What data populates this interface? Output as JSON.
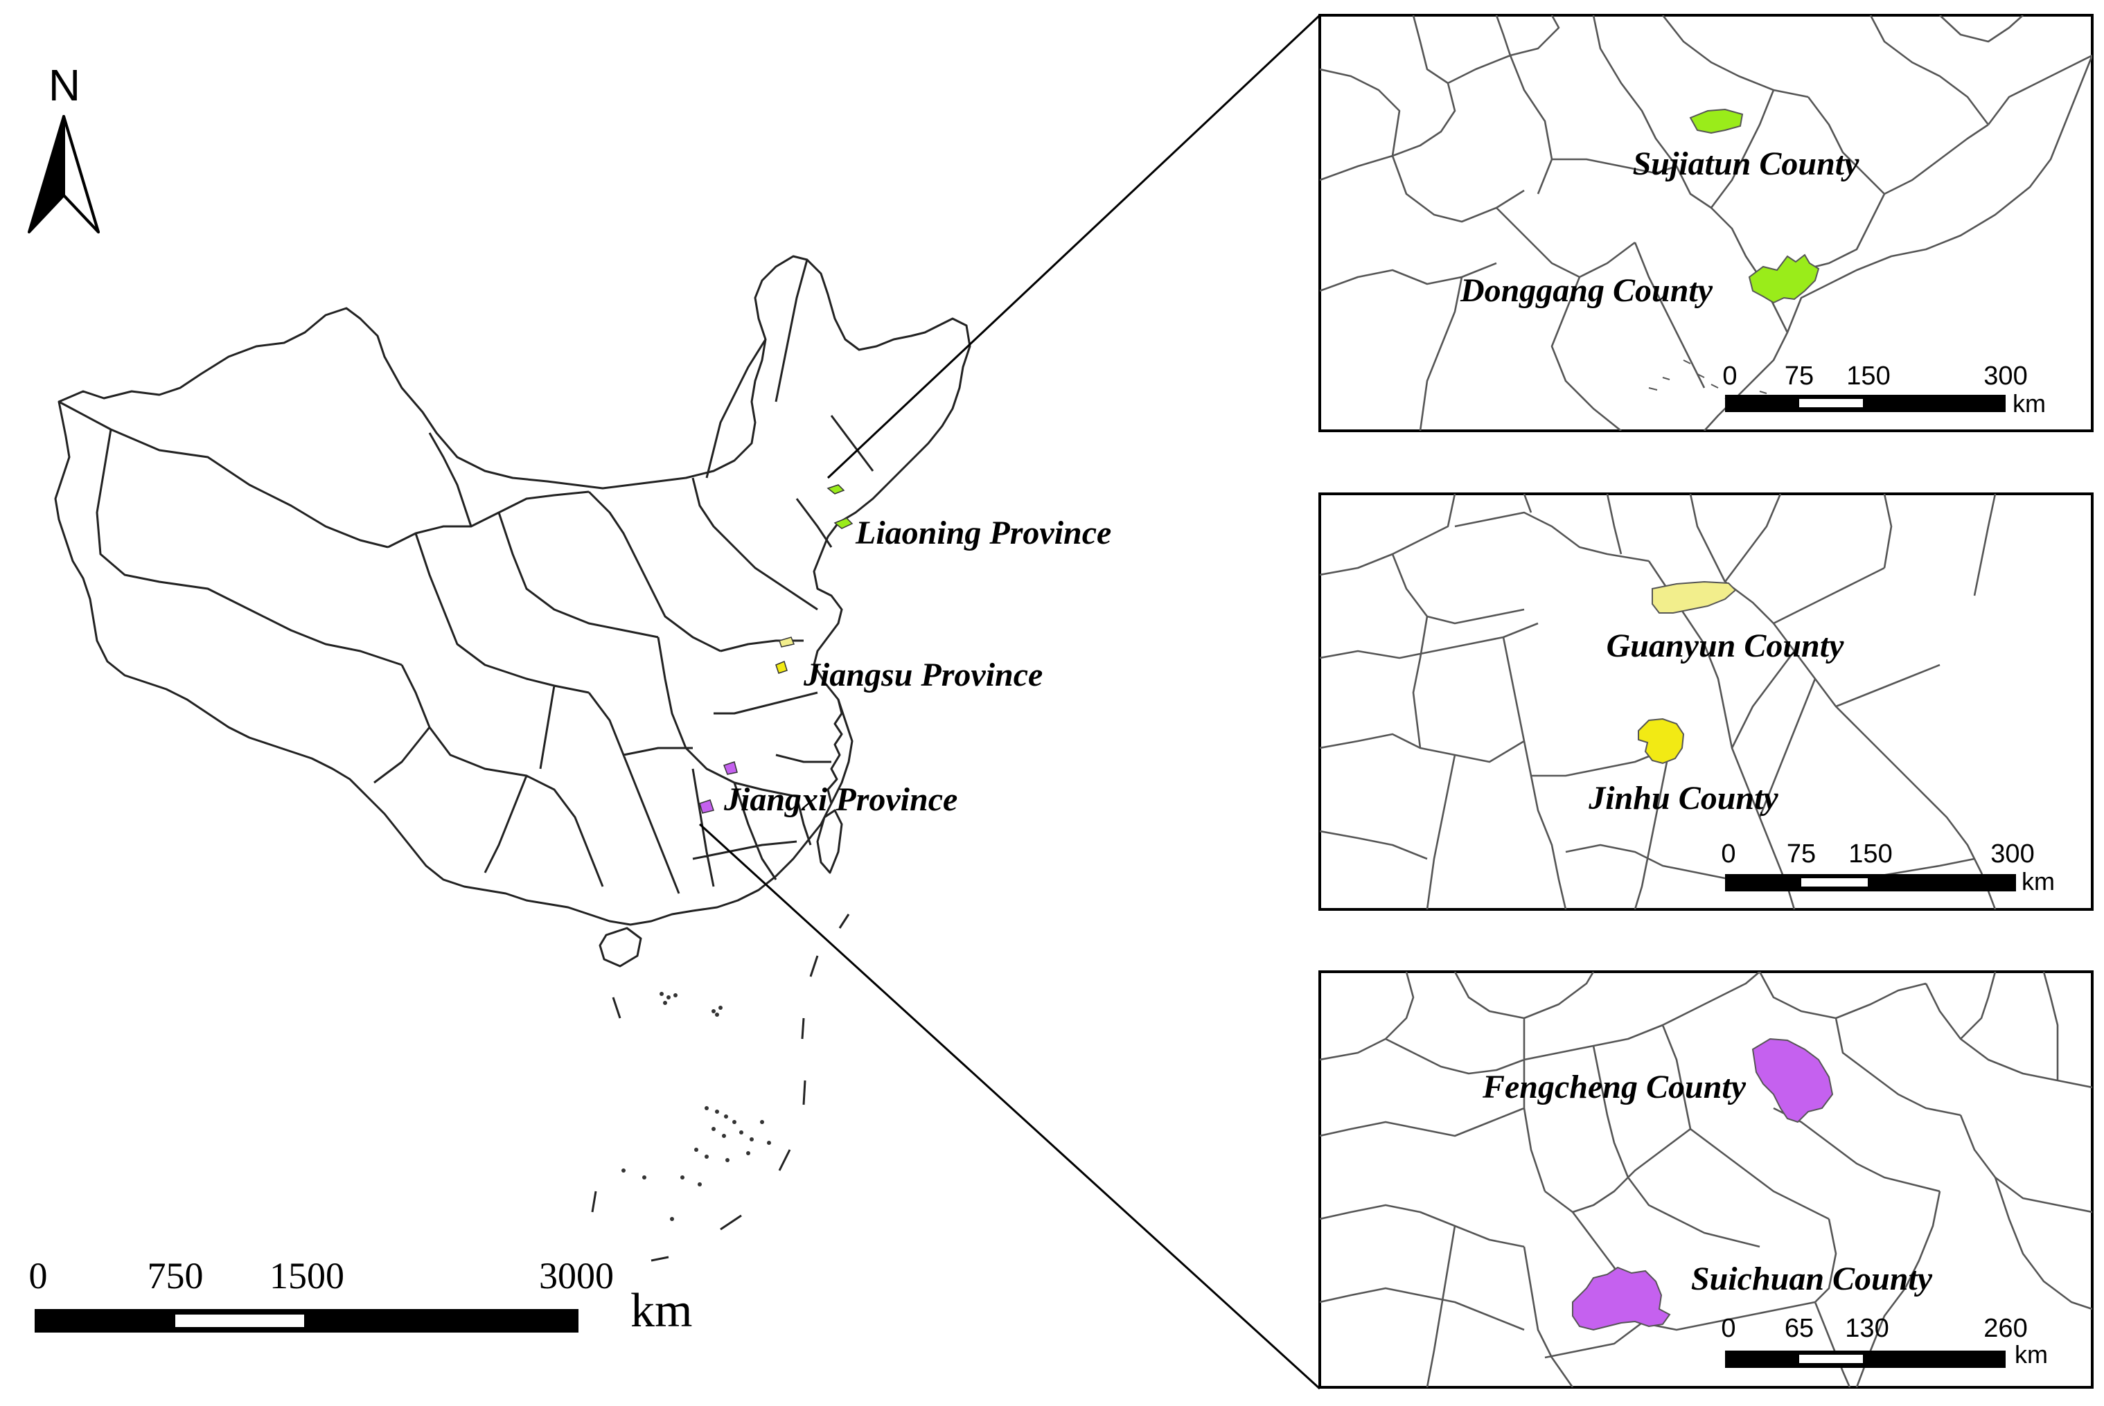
{
  "north_arrow": {
    "label": "N",
    "icon": "north-arrow-icon"
  },
  "main_map": {
    "labels": [
      {
        "key": "liaoning",
        "text": "Liaoning Province"
      },
      {
        "key": "jiangsu",
        "text": "Jiangsu Province"
      },
      {
        "key": "jiangxi",
        "text": "Jiangxi Province"
      }
    ],
    "scale_bar": {
      "ticks": [
        "0",
        "750",
        "1500",
        "3000"
      ],
      "unit": "km"
    }
  },
  "insets": [
    {
      "name": "liaoning-inset",
      "counties": [
        {
          "name": "Sujiatun County",
          "color": "#9aec1a"
        },
        {
          "name": "Donggang County",
          "color": "#9aec1a"
        }
      ],
      "scale_bar": {
        "ticks": [
          "0",
          "75",
          "150",
          "300"
        ],
        "unit": "km"
      }
    },
    {
      "name": "jiangsu-inset",
      "counties": [
        {
          "name": "Guanyun County",
          "color": "#f2ee8c"
        },
        {
          "name": "Jinhu County",
          "color": "#f2ea14"
        }
      ],
      "scale_bar": {
        "ticks": [
          "0",
          "75",
          "150",
          "300"
        ],
        "unit": "km"
      }
    },
    {
      "name": "jiangxi-inset",
      "counties": [
        {
          "name": "Fengcheng County",
          "color": "#c561ef"
        },
        {
          "name": "Suichuan County",
          "color": "#c561ef"
        }
      ],
      "scale_bar": {
        "ticks": [
          "0",
          "65",
          "130",
          "260"
        ],
        "unit": "km"
      }
    }
  ]
}
